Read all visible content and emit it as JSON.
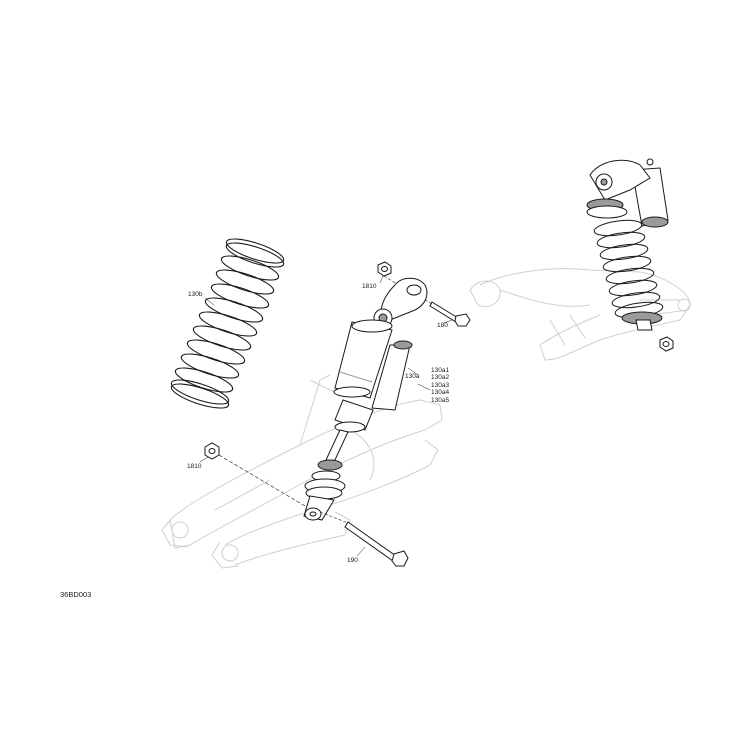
{
  "drawing_id": "36BD003",
  "callouts": {
    "spring": "130b",
    "shock": "130a",
    "upper_nut": "1810",
    "upper_bolt": "180",
    "lower_nut": "1810",
    "lower_bolt": "190",
    "shock_variants": [
      "130a1",
      "130a2",
      "130a3",
      "130a4",
      "130a5"
    ]
  },
  "colors": {
    "line": "#1a1a1a",
    "ghost_line": "#c9c9c9",
    "shade": "#9a9a9a"
  }
}
